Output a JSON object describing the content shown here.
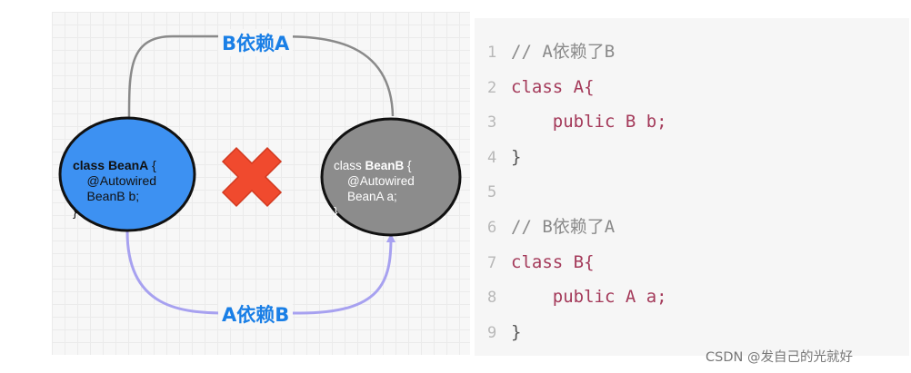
{
  "diagram": {
    "label_top": "B依赖A",
    "label_bottom": "A依赖B",
    "bean_a": {
      "line1_prefix": "class ",
      "line1_name": "BeanA",
      "line1_suffix": " {",
      "line2": "    @Autowired",
      "line3": "    BeanB b;",
      "line4": "}"
    },
    "bean_b": {
      "line1_prefix": "class ",
      "line1_name": "BeanB",
      "line1_suffix": " {",
      "line2": "    @Autowired",
      "line3": "    BeanA a;",
      "line4": "}"
    },
    "colors": {
      "bean_a_fill": "#3d91f2",
      "bean_b_fill": "#8c8c8c",
      "top_arrow": "#8a8a8a",
      "bottom_arrow": "#a7a1f0",
      "cross": "#f04a2e",
      "label": "#1a7fe6"
    },
    "cross_icon": "x-mark"
  },
  "code": {
    "lines": [
      {
        "num": "1",
        "text": "// A依赖了B"
      },
      {
        "num": "2",
        "text": "class A{"
      },
      {
        "num": "3",
        "text": "    public B b;"
      },
      {
        "num": "4",
        "text": "}"
      },
      {
        "num": "5",
        "text": ""
      },
      {
        "num": "6",
        "text": "// B依赖了A"
      },
      {
        "num": "7",
        "text": "class B{"
      },
      {
        "num": "8",
        "text": "    public A a;"
      },
      {
        "num": "9",
        "text": "}"
      }
    ]
  },
  "watermark": "CSDN @发自己的光就好"
}
